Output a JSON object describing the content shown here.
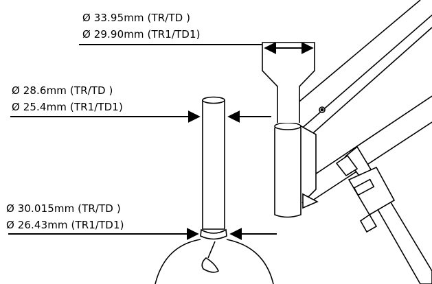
{
  "annotations": {
    "top": {
      "line1": "Ø 33.95mm (TR/TD )",
      "line2": "Ø 29.90mm (TR1/TD1)"
    },
    "middle": {
      "line1": "Ø 28.6mm (TR/TD )",
      "line2": "Ø 25.4mm (TR1/TD1)"
    },
    "bottom": {
      "line1": "Ø 30.015mm (TR/TD )",
      "line2": "Ø 26.43mm (TR1/TD1)"
    }
  },
  "colors": {
    "stroke": "#000000",
    "background": "#ffffff"
  }
}
